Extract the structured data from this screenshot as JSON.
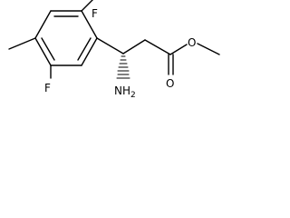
{
  "molecule": {
    "atoms": {
      "fluorine_top": "F",
      "fluorine_bottom": "F",
      "amine": "NH",
      "amine_subscript": "2",
      "oxygen_ester": "O",
      "oxygen_carbonyl": "O"
    },
    "stereo": {
      "center": "hashed-wedge"
    }
  }
}
